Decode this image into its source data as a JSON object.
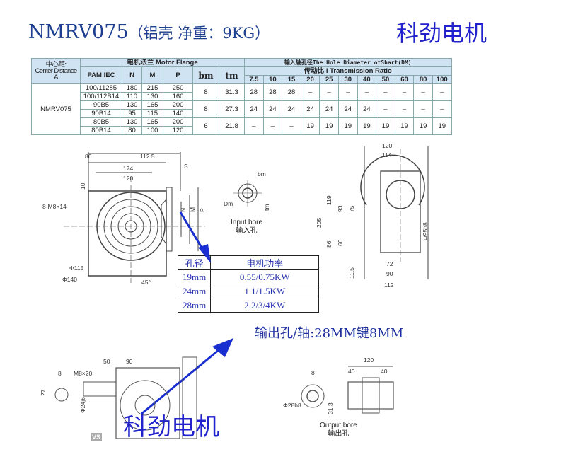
{
  "title": {
    "model": "NMRV075",
    "note": "（铝壳 净重：9KG）"
  },
  "spec_table": {
    "center_distance_label": [
      "中心距:",
      "Center Distance",
      "A"
    ],
    "motor_flange_label": "电机法兰 Motor Flange",
    "input_shaft_label": "输入轴孔径The Hole Diameter otShart(DM)",
    "ratio_label": "传动比 i Transmission Ratio",
    "columns": [
      "PAM IEC",
      "N",
      "M",
      "P",
      "bm",
      "tm"
    ],
    "ratios": [
      "7.5",
      "10",
      "15",
      "20",
      "25",
      "30",
      "40",
      "50",
      "60",
      "80",
      "100"
    ],
    "model": "NMRV075",
    "flange_rows": [
      [
        "100/11285",
        "180",
        "215",
        "250"
      ],
      [
        "100/112B14",
        "110",
        "130",
        "160"
      ],
      [
        "90B5",
        "130",
        "165",
        "200"
      ],
      [
        "90B14",
        "95",
        "115",
        "140"
      ],
      [
        "80B5",
        "130",
        "165",
        "200"
      ],
      [
        "80B14",
        "80",
        "100",
        "120"
      ]
    ],
    "groups": [
      {
        "bm": "8",
        "tm": "31.3",
        "holes": [
          "28",
          "28",
          "28",
          "–",
          "–",
          "–",
          "–",
          "–",
          "–",
          "–",
          "–"
        ]
      },
      {
        "bm": "8",
        "tm": "27.3",
        "holes": [
          "24",
          "24",
          "24",
          "24",
          "24",
          "24",
          "24",
          "–",
          "–",
          "–",
          "–"
        ]
      },
      {
        "bm": "6",
        "tm": "21.8",
        "holes": [
          "–",
          "–",
          "–",
          "19",
          "19",
          "19",
          "19",
          "19",
          "19",
          "19",
          "19"
        ]
      }
    ]
  },
  "watermark": "科劲电机",
  "front_view": {
    "dims": [
      "86",
      "112.5",
      "174",
      "120",
      "10",
      "S",
      "N",
      "M",
      "P",
      "8-M8×14",
      "Φ115",
      "Φ140",
      "45°"
    ]
  },
  "input_bore": {
    "dims": [
      "bm",
      "Dm",
      "tm"
    ],
    "caption_en": "Input bore",
    "caption_cn": "输入孔"
  },
  "side_view": {
    "dims": [
      "120",
      "114",
      "205",
      "119",
      "93",
      "75",
      "86",
      "60",
      "11.5",
      "72",
      "90",
      "112",
      "Φ95h8"
    ]
  },
  "power_table": {
    "headers": [
      "孔径",
      "电机功率"
    ],
    "rows": [
      [
        "19mm",
        "0.55/0.75KW"
      ],
      [
        "24mm",
        "1.1/1.5KW"
      ],
      [
        "28mm",
        "2.2/3/4KW"
      ]
    ]
  },
  "output_note": "输出孔/轴:28MM键8MM",
  "bottom_view": {
    "dims": [
      "8",
      "27",
      "50",
      "90",
      "M8×20",
      "Φ24j6"
    ],
    "badge": "VS"
  },
  "output_bore": {
    "dims": [
      "8",
      "Φ28h8",
      "31.3",
      "120",
      "40",
      "40"
    ],
    "caption_en": "Output bore",
    "caption_cn": "输出孔"
  }
}
